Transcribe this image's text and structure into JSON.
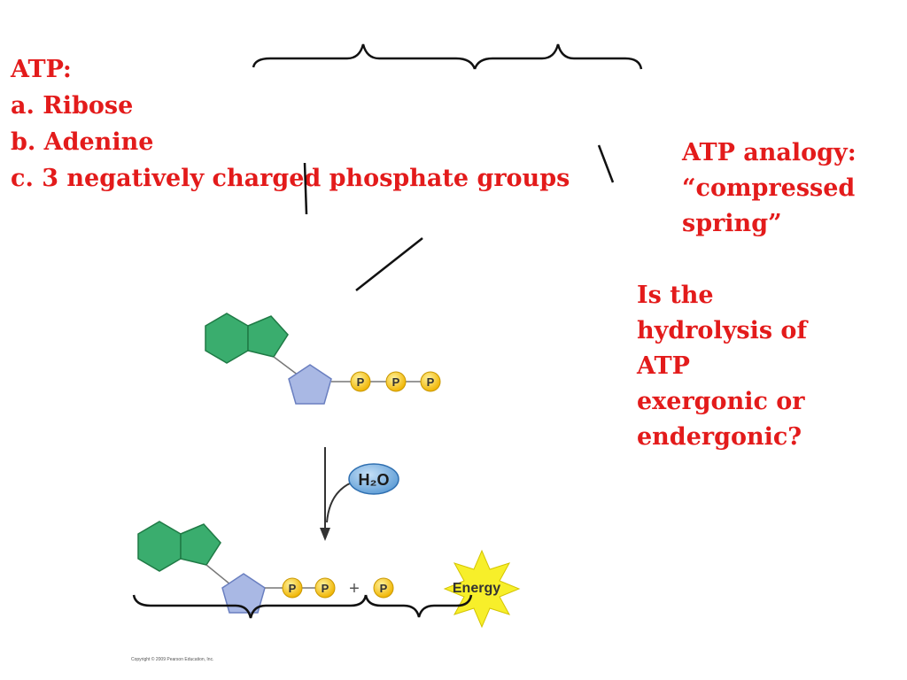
{
  "atp_list": {
    "heading": "ATP:",
    "items": [
      "a. Ribose",
      "b. Adenine",
      "c. 3 negatively charged phosphate groups"
    ]
  },
  "analogy": {
    "lines": [
      "ATP analogy:",
      "“compressed",
      "spring”"
    ]
  },
  "question": {
    "lines": [
      "Is the",
      "hydrolysis of",
      "ATP",
      "exergonic or",
      "endergonic?"
    ]
  },
  "diagram": {
    "phosphate_label": "P",
    "water_label": "H₂O",
    "plus_sign": "+",
    "energy_label": "Energy",
    "colors": {
      "label_red": "#e31b1b",
      "adenine_green": "#3aad6e",
      "ribose_blue": "#a9b8e4",
      "phosphate_yellow": "#f5c518",
      "water_blue": "#5b9bd5",
      "energy_yellow": "#f7ef2a"
    }
  },
  "copyright": "Copyright © 2009 Pearson Education, Inc."
}
